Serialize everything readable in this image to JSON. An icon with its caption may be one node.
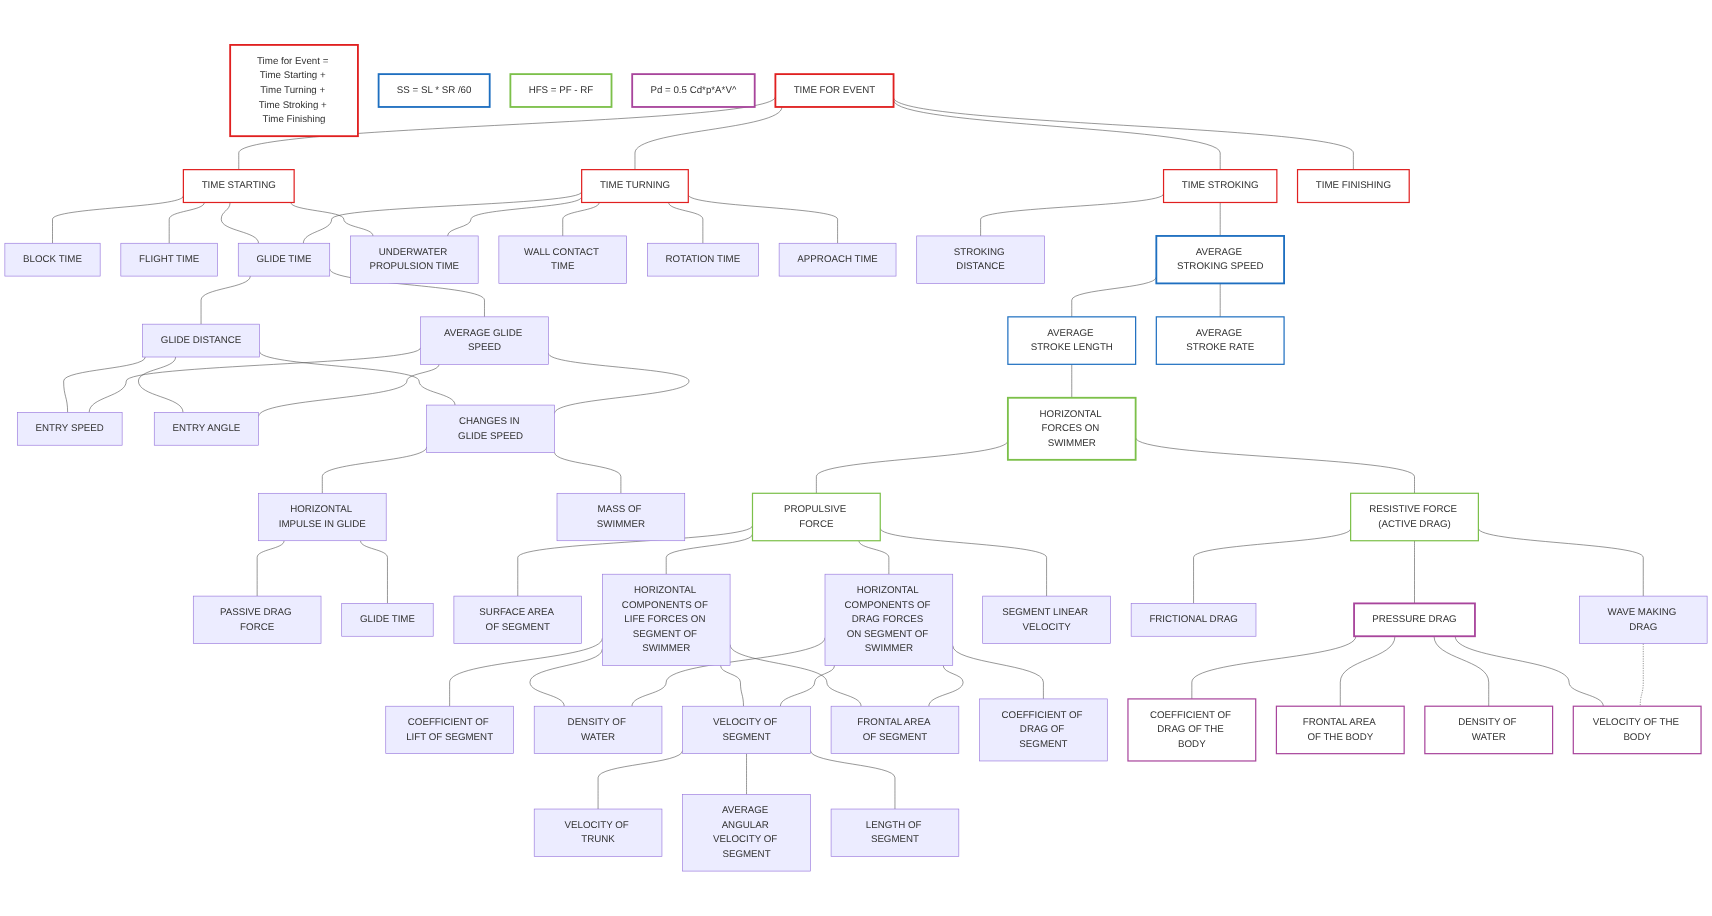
{
  "diagram": {
    "nodes": [
      {
        "text": [
          "TIME FOR EVENT"
        ]
      },
      {
        "text": [
          "TIME STARTING"
        ]
      },
      {
        "text": [
          "TIME TURNING"
        ]
      },
      {
        "text": [
          "TIME STROKING"
        ]
      },
      {
        "text": [
          "TIME FINISHING"
        ]
      },
      {
        "text": [
          "BLOCK TIME"
        ]
      },
      {
        "text": [
          "FLIGHT TIME"
        ]
      },
      {
        "text": [
          "GLIDE TIME"
        ]
      },
      {
        "text": [
          "UNDERWATER PROPULSION TIME"
        ]
      },
      {
        "text": [
          "WALL CONTACT TIME"
        ]
      },
      {
        "text": [
          "ROTATION TIME"
        ]
      },
      {
        "text": [
          "APPROACH TIME"
        ]
      },
      {
        "text": [
          "STROKING DISTANCE"
        ]
      },
      {
        "text": [
          "AVERAGE STROKING SPEED"
        ]
      },
      {
        "text": [
          "GLIDE DISTANCE"
        ]
      },
      {
        "text": [
          "AVERAGE GLIDE SPEED"
        ]
      },
      {
        "text": [
          "AVERAGE STROKE LENGTH"
        ]
      },
      {
        "text": [
          "AVERAGE STROKE RATE"
        ]
      },
      {
        "text": [
          "ENTRY SPEED"
        ]
      },
      {
        "text": [
          "ENTRY ANGLE"
        ]
      },
      {
        "text": [
          "CHANGES IN GLIDE SPEED"
        ]
      },
      {
        "text": [
          "HORIZONTAL FORCES ON SWIMMER"
        ]
      },
      {
        "text": [
          "HORIZONTAL IMPULSE IN GLIDE"
        ]
      },
      {
        "text": [
          "MASS OF SWIMMER"
        ]
      },
      {
        "text": [
          "PROPULSIVE FORCE"
        ]
      },
      {
        "text": [
          "RESISTIVE FORCE (ACTIVE DRAG)"
        ]
      },
      {
        "text": [
          "PASSIVE DRAG FORCE"
        ]
      },
      {
        "text": [
          "GLIDE TIME"
        ]
      },
      {
        "text": [
          "SURFACE AREA OF SEGMENT"
        ]
      },
      {
        "text": [
          "HORIZONTAL COMPONENTS OF LIFE FORCES ON SEGMENT OF SWIMMER"
        ]
      },
      {
        "text": [
          "HORIZONTAL COMPONENTS OF DRAG FORCES ON SEGMENT OF SWIMMER"
        ]
      },
      {
        "text": [
          "SEGMENT LINEAR VELOCITY"
        ]
      },
      {
        "text": [
          "FRICTIONAL DRAG"
        ]
      },
      {
        "text": [
          "PRESSURE DRAG"
        ]
      },
      {
        "text": [
          "WAVE MAKING DRAG"
        ]
      },
      {
        "text": [
          "COEFFICIENT OF LIFT OF SEGMENT"
        ]
      },
      {
        "text": [
          "DENSITY OF WATER"
        ]
      },
      {
        "text": [
          "VELOCITY OF SEGMENT"
        ]
      },
      {
        "text": [
          "FRONTAL AREA OF SEGMENT"
        ]
      },
      {
        "text": [
          "COEFFICIENT OF DRAG OF SEGMENT"
        ]
      },
      {
        "text": [
          "VELOCITY OF TRUNK"
        ]
      },
      {
        "text": [
          "AVERAGE ANGULAR VELOCITY OF SEGMENT"
        ]
      },
      {
        "text": [
          "LENGTH OF SEGMENT"
        ]
      },
      {
        "text": [
          "COEFFICIENT OF DRAG OF THE BODY"
        ]
      },
      {
        "text": [
          "FRONTAL AREA OF THE BODY"
        ]
      },
      {
        "text": [
          "DENSITY OF WATER"
        ]
      },
      {
        "text": [
          "VELOCITY OF THE BODY"
        ]
      },
      {
        "text": [
          "Time for Event = Time Starting + Time Turning + Time Stroking + Time Finishing"
        ]
      },
      {
        "text": [
          "SS = SL * SR /60"
        ]
      },
      {
        "text": [
          "HFS = PF - RF"
        ]
      },
      {
        "text": [
          "Pd = 0.5 Cd*p*A*V^"
        ]
      }
    ],
    "edges": [
      {
        "from": 0,
        "to": 1,
        "arrow": "none"
      },
      {
        "from": 0,
        "to": 2,
        "arrow": "none"
      },
      {
        "from": 0,
        "to": 3,
        "arrow": "none"
      },
      {
        "from": 0,
        "to": 4,
        "arrow": "none"
      },
      {
        "from": 1,
        "to": 5,
        "arrow": "none"
      },
      {
        "from": 1,
        "to": 6,
        "arrow": "none"
      },
      {
        "from": 1,
        "to": 7,
        "arrow": "none"
      },
      {
        "from": 1,
        "to": 8,
        "arrow": "none"
      },
      {
        "from": 2,
        "to": 7,
        "arrow": "none"
      },
      {
        "from": 2,
        "to": 8,
        "arrow": "none"
      },
      {
        "from": 2,
        "to": 9,
        "arrow": "none"
      },
      {
        "from": 2,
        "to": 10,
        "arrow": "none"
      },
      {
        "from": 2,
        "to": 11,
        "arrow": "none"
      },
      {
        "from": 3,
        "to": 12,
        "arrow": "none"
      },
      {
        "from": 3,
        "to": 13,
        "arrow": "none"
      },
      {
        "from": 7,
        "to": 14,
        "arrow": "none"
      },
      {
        "from": 7,
        "to": 15,
        "arrow": "none"
      },
      {
        "from": 13,
        "to": 16,
        "arrow": "none"
      },
      {
        "from": 13,
        "to": 17,
        "arrow": "none"
      },
      {
        "from": 14,
        "to": 18,
        "arrow": "none"
      },
      {
        "from": 14,
        "to": 19,
        "arrow": "none"
      },
      {
        "from": 14,
        "to": 20,
        "arrow": "none"
      },
      {
        "from": 15,
        "to": 18,
        "arrow": "none"
      },
      {
        "from": 15,
        "to": 19,
        "arrow": "none"
      },
      {
        "from": 15,
        "to": 20,
        "arrow": "none"
      },
      {
        "from": 16,
        "to": 21,
        "arrow": "none"
      },
      {
        "from": 20,
        "to": 22,
        "arrow": "none"
      },
      {
        "from": 20,
        "to": 23,
        "arrow": "none"
      },
      {
        "from": 21,
        "to": 24,
        "arrow": "none"
      },
      {
        "from": 21,
        "to": 25,
        "arrow": "none"
      },
      {
        "from": 22,
        "to": 26,
        "arrow": "none"
      },
      {
        "from": 22,
        "to": 27,
        "arrow": "none"
      },
      {
        "from": 24,
        "to": 28,
        "arrow": "none"
      },
      {
        "from": 24,
        "to": 29,
        "arrow": "none"
      },
      {
        "from": 24,
        "to": 30,
        "arrow": "none"
      },
      {
        "from": 24,
        "to": 31,
        "arrow": "none"
      },
      {
        "from": 25,
        "to": 32,
        "arrow": "none"
      },
      {
        "from": 25,
        "to": 33,
        "arrow": "none"
      },
      {
        "from": 25,
        "to": 34,
        "arrow": "none"
      },
      {
        "from": 29,
        "to": 35,
        "arrow": "none"
      },
      {
        "from": 29,
        "to": 36,
        "arrow": "none"
      },
      {
        "from": 29,
        "to": 37,
        "arrow": "none"
      },
      {
        "from": 29,
        "to": 38,
        "arrow": "none"
      },
      {
        "from": 30,
        "to": 36,
        "arrow": "none"
      },
      {
        "from": 30,
        "to": 37,
        "arrow": "none"
      },
      {
        "from": 30,
        "to": 38,
        "arrow": "none"
      },
      {
        "from": 30,
        "to": 39,
        "arrow": "none"
      },
      {
        "from": 37,
        "to": 40,
        "arrow": "none"
      },
      {
        "from": 37,
        "to": 41,
        "arrow": "none"
      },
      {
        "from": 37,
        "to": 42,
        "arrow": "none"
      },
      {
        "from": 33,
        "to": 43,
        "arrow": "none"
      },
      {
        "from": 33,
        "to": 44,
        "arrow": "none"
      },
      {
        "from": 33,
        "to": 45,
        "arrow": "none"
      },
      {
        "from": 33,
        "to": 46,
        "arrow": "none"
      },
      {
        "from": 34,
        "to": 46,
        "arrow": "none",
        "style": "dashed"
      }
    ]
  }
}
